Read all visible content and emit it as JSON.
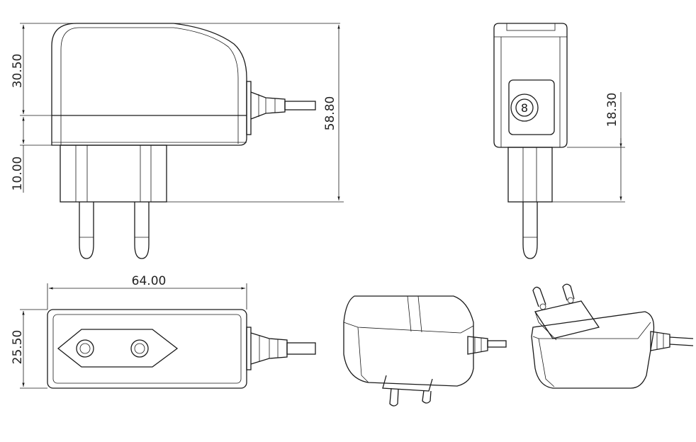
{
  "dimensions": {
    "top_height": "30.50",
    "base_height": "10.00",
    "total_height": "58.80",
    "side_offset": "18.30",
    "length": "64.00",
    "width": "25.50"
  },
  "colors": {
    "line": "#1a1a1a",
    "background": "#ffffff"
  }
}
